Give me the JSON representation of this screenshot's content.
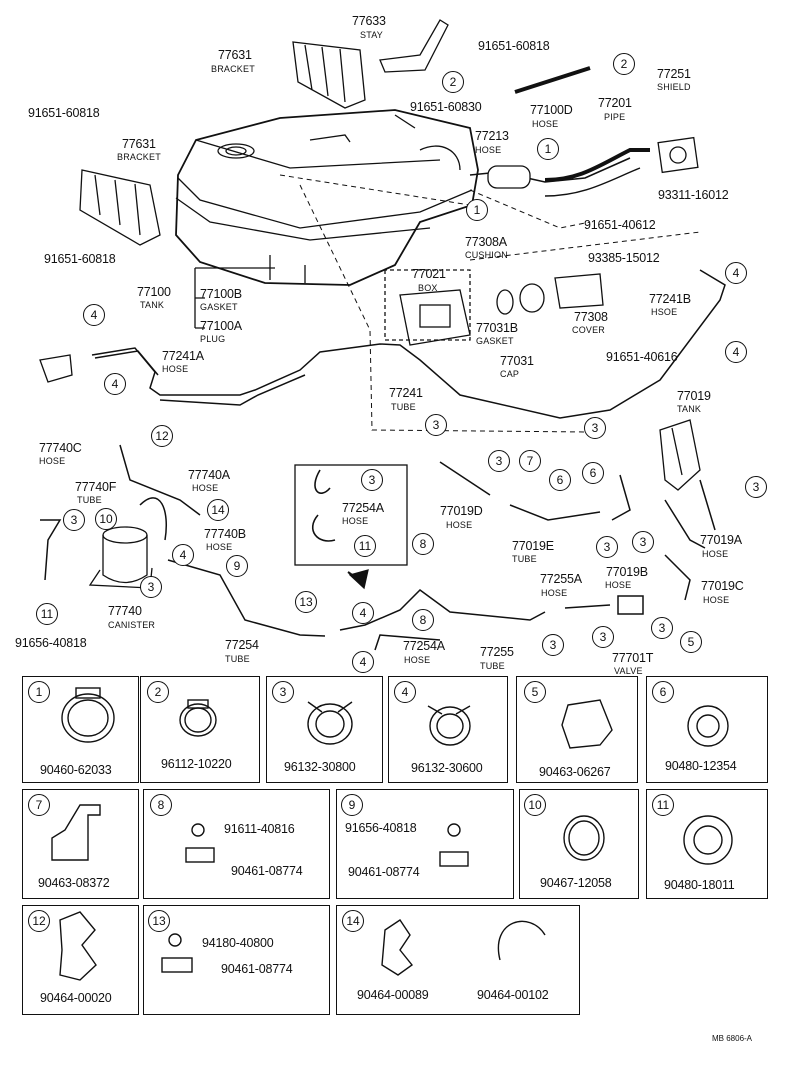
{
  "diagram": {
    "labels": [
      {
        "id": "77633",
        "text": "77633",
        "sub": "STAY"
      },
      {
        "id": "91651-60818-a",
        "text": "91651-60818"
      },
      {
        "id": "77631-a",
        "text": "77631",
        "sub": "BRACKET"
      },
      {
        "id": "91651-60830",
        "text": "91651-60830"
      },
      {
        "id": "77100D",
        "text": "77100D",
        "sub": "HOSE"
      },
      {
        "id": "77251",
        "text": "77251",
        "sub": "SHIELD"
      },
      {
        "id": "77201",
        "text": "77201",
        "sub": "PIPE"
      },
      {
        "id": "77213",
        "text": "77213",
        "sub": "HOSE"
      },
      {
        "id": "91651-60818-b",
        "text": "91651-60818"
      },
      {
        "id": "77631-b",
        "text": "77631",
        "sub": "BRACKET"
      },
      {
        "id": "93311-16012",
        "text": "93311-16012"
      },
      {
        "id": "91651-40612",
        "text": "91651-40612"
      },
      {
        "id": "91651-60818-c",
        "text": "91651-60818"
      },
      {
        "id": "77308A",
        "text": "77308A",
        "sub": "CUSHION"
      },
      {
        "id": "93385-15012",
        "text": "93385-15012"
      },
      {
        "id": "77021",
        "text": "77021",
        "sub": "BOX"
      },
      {
        "id": "77100",
        "text": "77100",
        "sub": "TANK"
      },
      {
        "id": "77100B",
        "text": "77100B",
        "sub": "GASKET"
      },
      {
        "id": "77100A",
        "text": "77100A",
        "sub": "PLUG"
      },
      {
        "id": "77241B",
        "text": "77241B",
        "sub": "HSOE"
      },
      {
        "id": "77031B",
        "text": "77031B",
        "sub": "GASKET"
      },
      {
        "id": "77308",
        "text": "77308",
        "sub": "COVER"
      },
      {
        "id": "77031",
        "text": "77031",
        "sub": "CAP"
      },
      {
        "id": "77241A",
        "text": "77241A",
        "sub": "HOSE"
      },
      {
        "id": "91651-40616",
        "text": "91651-40616"
      },
      {
        "id": "77241",
        "text": "77241",
        "sub": "TUBE"
      },
      {
        "id": "77019",
        "text": "77019",
        "sub": "TANK"
      },
      {
        "id": "77740C",
        "text": "77740C",
        "sub": "HOSE"
      },
      {
        "id": "77740A",
        "text": "77740A",
        "sub": "HOSE"
      },
      {
        "id": "77740F",
        "text": "77740F",
        "sub": "TUBE"
      },
      {
        "id": "77254A-a",
        "text": "77254A",
        "sub": "HOSE"
      },
      {
        "id": "77740B",
        "text": "77740B",
        "sub": "HOSE"
      },
      {
        "id": "77019D",
        "text": "77019D",
        "sub": "HOSE"
      },
      {
        "id": "77019E",
        "text": "77019E",
        "sub": "TUBE"
      },
      {
        "id": "77019A",
        "text": "77019A",
        "sub": "HOSE"
      },
      {
        "id": "77019B",
        "text": "77019B",
        "sub": "HOSE"
      },
      {
        "id": "77019C",
        "text": "77019C",
        "sub": "HOSE"
      },
      {
        "id": "77255A",
        "text": "77255A",
        "sub": "HOSE"
      },
      {
        "id": "77740",
        "text": "77740",
        "sub": "CANISTER"
      },
      {
        "id": "91656-40818-a",
        "text": "91656-40818"
      },
      {
        "id": "77254",
        "text": "77254",
        "sub": "TUBE"
      },
      {
        "id": "77254A-b",
        "text": "77254A",
        "sub": "HOSE"
      },
      {
        "id": "77255",
        "text": "77255",
        "sub": "TUBE"
      },
      {
        "id": "77701T",
        "text": "77701T",
        "sub": "VALVE"
      }
    ],
    "callouts": [
      "1",
      "2",
      "3",
      "4",
      "5",
      "6",
      "7",
      "8",
      "9",
      "10",
      "11",
      "12",
      "13",
      "14"
    ],
    "footer_ref": "MB 6806-A"
  },
  "legend": [
    {
      "num": "1",
      "parts": [
        "90460-62033"
      ]
    },
    {
      "num": "2",
      "parts": [
        "96112-10220"
      ]
    },
    {
      "num": "3",
      "parts": [
        "96132-30800"
      ]
    },
    {
      "num": "4",
      "parts": [
        "96132-30600"
      ]
    },
    {
      "num": "5",
      "parts": [
        "90463-06267"
      ]
    },
    {
      "num": "6",
      "parts": [
        "90480-12354"
      ]
    },
    {
      "num": "7",
      "parts": [
        "90463-08372"
      ]
    },
    {
      "num": "8",
      "parts": [
        "91611-40816",
        "90461-08774"
      ]
    },
    {
      "num": "9",
      "parts": [
        "91656-40818",
        "90461-08774"
      ]
    },
    {
      "num": "10",
      "parts": [
        "90467-12058"
      ]
    },
    {
      "num": "11",
      "parts": [
        "90480-18011"
      ]
    },
    {
      "num": "12",
      "parts": [
        "90464-00020"
      ]
    },
    {
      "num": "13",
      "parts": [
        "94180-40800",
        "90461-08774"
      ]
    },
    {
      "num": "14",
      "parts": [
        "90464-00089",
        "90464-00102"
      ]
    }
  ]
}
